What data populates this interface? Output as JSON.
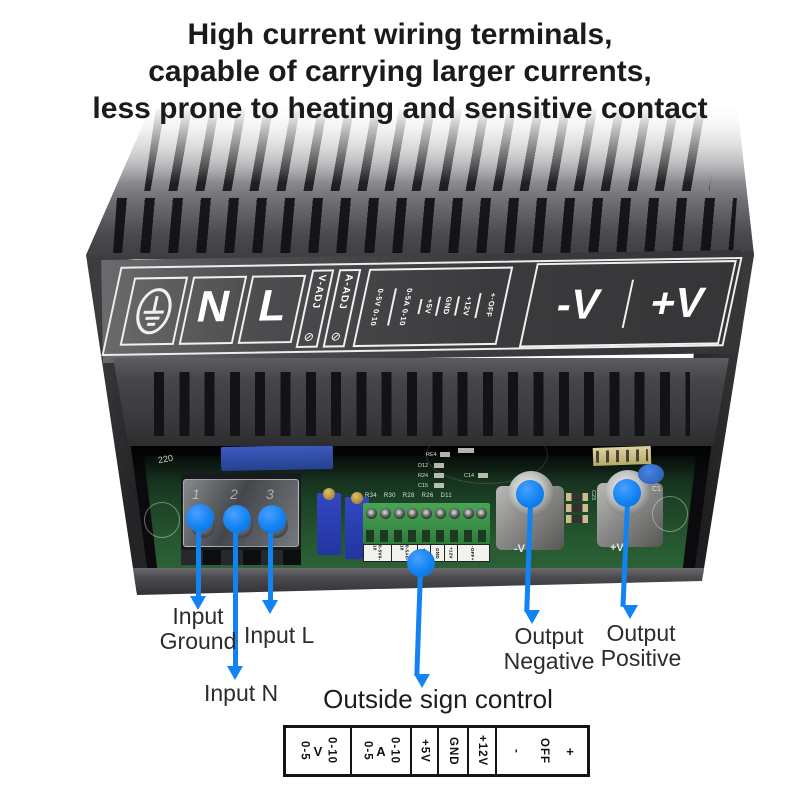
{
  "title": {
    "line1": "High current wiring terminals,",
    "line2": "capable of carrying larger currents,",
    "line3": "less prone to heating and sensitive contact"
  },
  "panel": {
    "terminal_n": "N",
    "terminal_l": "L",
    "v_adj": "V-ADJ",
    "a_adj": "A-ADJ",
    "screw_symbol": "⊘",
    "cols": [
      "0-5V 0-10",
      "0-5A 0-10",
      "+5V",
      "GND",
      "+12V",
      "+·OFF"
    ],
    "neg": "-V",
    "pos": "+V"
  },
  "pcb": {
    "mark220": "220",
    "nums": [
      "1",
      "2",
      "3"
    ],
    "silk_row": "R34 R30 R28 R26 D11",
    "silk": [
      "RE4",
      "D12",
      "R24",
      "C15",
      "C14"
    ],
    "strip_labels": [
      "0-5V0-10",
      "0-5A0-10",
      "+5V",
      "GND",
      "+12V",
      "-OFF+"
    ],
    "c23": "C23",
    "c1": "C1",
    "neg": "-V",
    "pos": "+V"
  },
  "annotations": {
    "input_ground": {
      "line1": "Input",
      "line2": "Ground"
    },
    "input_l": "Input L",
    "input_n": "Input N",
    "outside": "Outside sign control",
    "output_negative": {
      "line1": "Output",
      "line2": "Negative"
    },
    "output_positive": {
      "line1": "Output",
      "line2": "Positive"
    }
  },
  "sign_table": {
    "cells": [
      {
        "left": "0-5",
        "mid": "V",
        "right": "0-10"
      },
      {
        "left": "0-5",
        "mid": "A",
        "right": "0-10"
      },
      {
        "text": "+5V"
      },
      {
        "text": "GND"
      },
      {
        "text": "+12V"
      },
      {
        "left": "-",
        "mid": "OFF",
        "right": "+"
      }
    ]
  },
  "colors": {
    "arrow_blue": "#1283f2",
    "case_gray": "#3a3a3d",
    "pcb_green": "#1c4126",
    "terminal_green": "#3f9a4d"
  }
}
